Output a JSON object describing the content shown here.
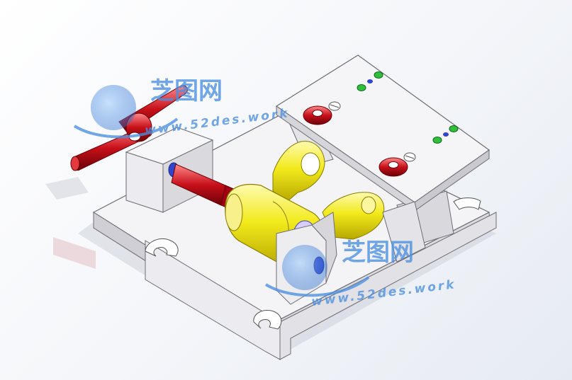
{
  "watermarks": [
    {
      "brand": "芝图网",
      "url": "www.52des.work"
    },
    {
      "brand": "芝图网",
      "url": "www.52des.work"
    }
  ],
  "colors": {
    "plate": "#f4f4f6",
    "plate_edge": "#7a7a80",
    "handle_red": "#c8101a",
    "yellow": "#f2ea1c",
    "blue": "#3344cc",
    "green": "#2fbf3a",
    "watermark_blue": "#4a8fe0"
  }
}
